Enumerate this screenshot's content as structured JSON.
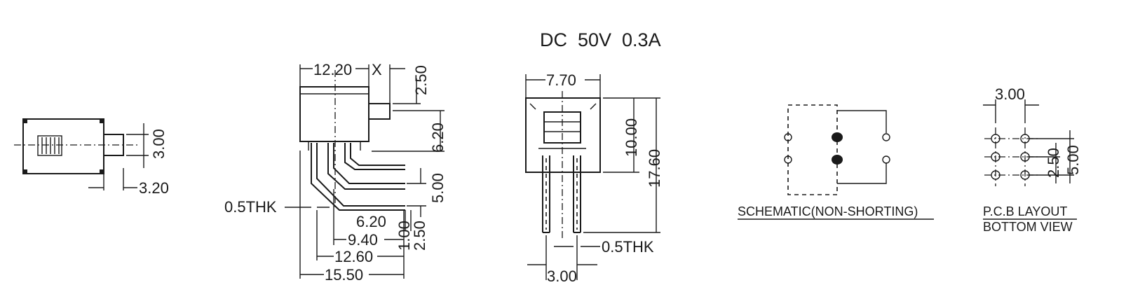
{
  "header": {
    "rating": "DC  50V  0.3A"
  },
  "views": {
    "top_view": {
      "dims": {
        "width": "3.00",
        "actuator": "3.20"
      }
    },
    "side_view": {
      "dims": {
        "body_width": "12.20",
        "x_mark": "X",
        "actuator_travel": "2.50",
        "actuator_height": "6.20",
        "thickness": "0.5THK",
        "pin_pitch": "5.00",
        "bend_inner": "6.20",
        "pin_offset_a": "1.00",
        "pin_offset_b": "2.50",
        "span_a": "9.40",
        "span_b": "12.60",
        "overall": "15.50"
      }
    },
    "front_view": {
      "dims": {
        "body_width": "7.70",
        "body_height": "10.00",
        "overall_height": "17.60",
        "thickness": "0.5THK",
        "pin_spacing": "3.00"
      }
    },
    "schematic": {
      "label": "SCHEMATIC(NON-SHORTING)"
    },
    "pcb_layout": {
      "label_line1": "P.C.B LAYOUT",
      "label_line2": "BOTTOM VIEW",
      "dims": {
        "col_spacing": "3.00",
        "row_pitch": "2.50",
        "total_pitch": "5.00"
      }
    }
  }
}
